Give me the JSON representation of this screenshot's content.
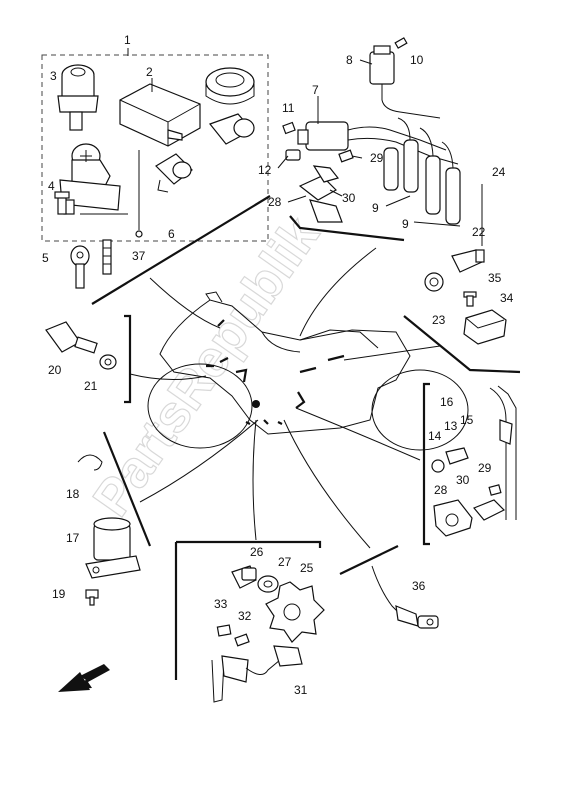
{
  "watermark": "PartsRepublik",
  "callouts": {
    "c1": "1",
    "c2": "2",
    "c3": "3",
    "c4": "4",
    "c5": "5",
    "c6": "6",
    "c7": "7",
    "c8": "8",
    "c9a": "9",
    "c9b": "9",
    "c10": "10",
    "c11": "11",
    "c12": "12",
    "c13": "13",
    "c14": "14",
    "c15": "15",
    "c16": "16",
    "c17": "17",
    "c18": "18",
    "c19": "19",
    "c20": "20",
    "c21": "21",
    "c22": "22",
    "c23": "23",
    "c24": "24",
    "c25": "25",
    "c26": "26",
    "c27": "27",
    "c28a": "28",
    "c28b": "28",
    "c29a": "29",
    "c29b": "29",
    "c30a": "30",
    "c30b": "30",
    "c31": "31",
    "c32": "32",
    "c33": "33",
    "c34": "34",
    "c35": "35",
    "c36": "36",
    "c37": "37"
  }
}
